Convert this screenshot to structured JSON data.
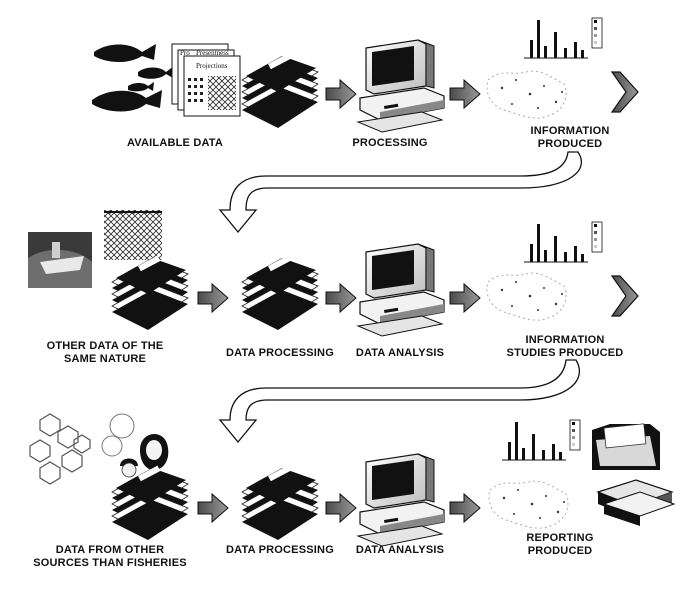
{
  "rows": [
    {
      "labels": {
        "available_data": "AVAILABLE DATA",
        "processing": "PROCESSING",
        "information_produced": "INFORMATION\nPRODUCED"
      },
      "paper_text": {
        "line1": "Pro",
        "line2": "Presentness",
        "line3": "Projections"
      }
    },
    {
      "labels": {
        "other_data": "OTHER DATA OF THE\nSAME NATURE",
        "data_processing": "DATA PROCESSING",
        "data_analysis": "DATA  ANALYSIS",
        "information_studies": "INFORMATION\nSTUDIES PRODUCED"
      }
    },
    {
      "labels": {
        "data_other_sources": "DATA FROM OTHER\nSOURCES THAN FISHERIES",
        "data_processing": "DATA PROCESSING",
        "data_analysis": "DATA  ANALYSIS",
        "reporting": "REPORTING\nPRODUCED"
      }
    }
  ]
}
